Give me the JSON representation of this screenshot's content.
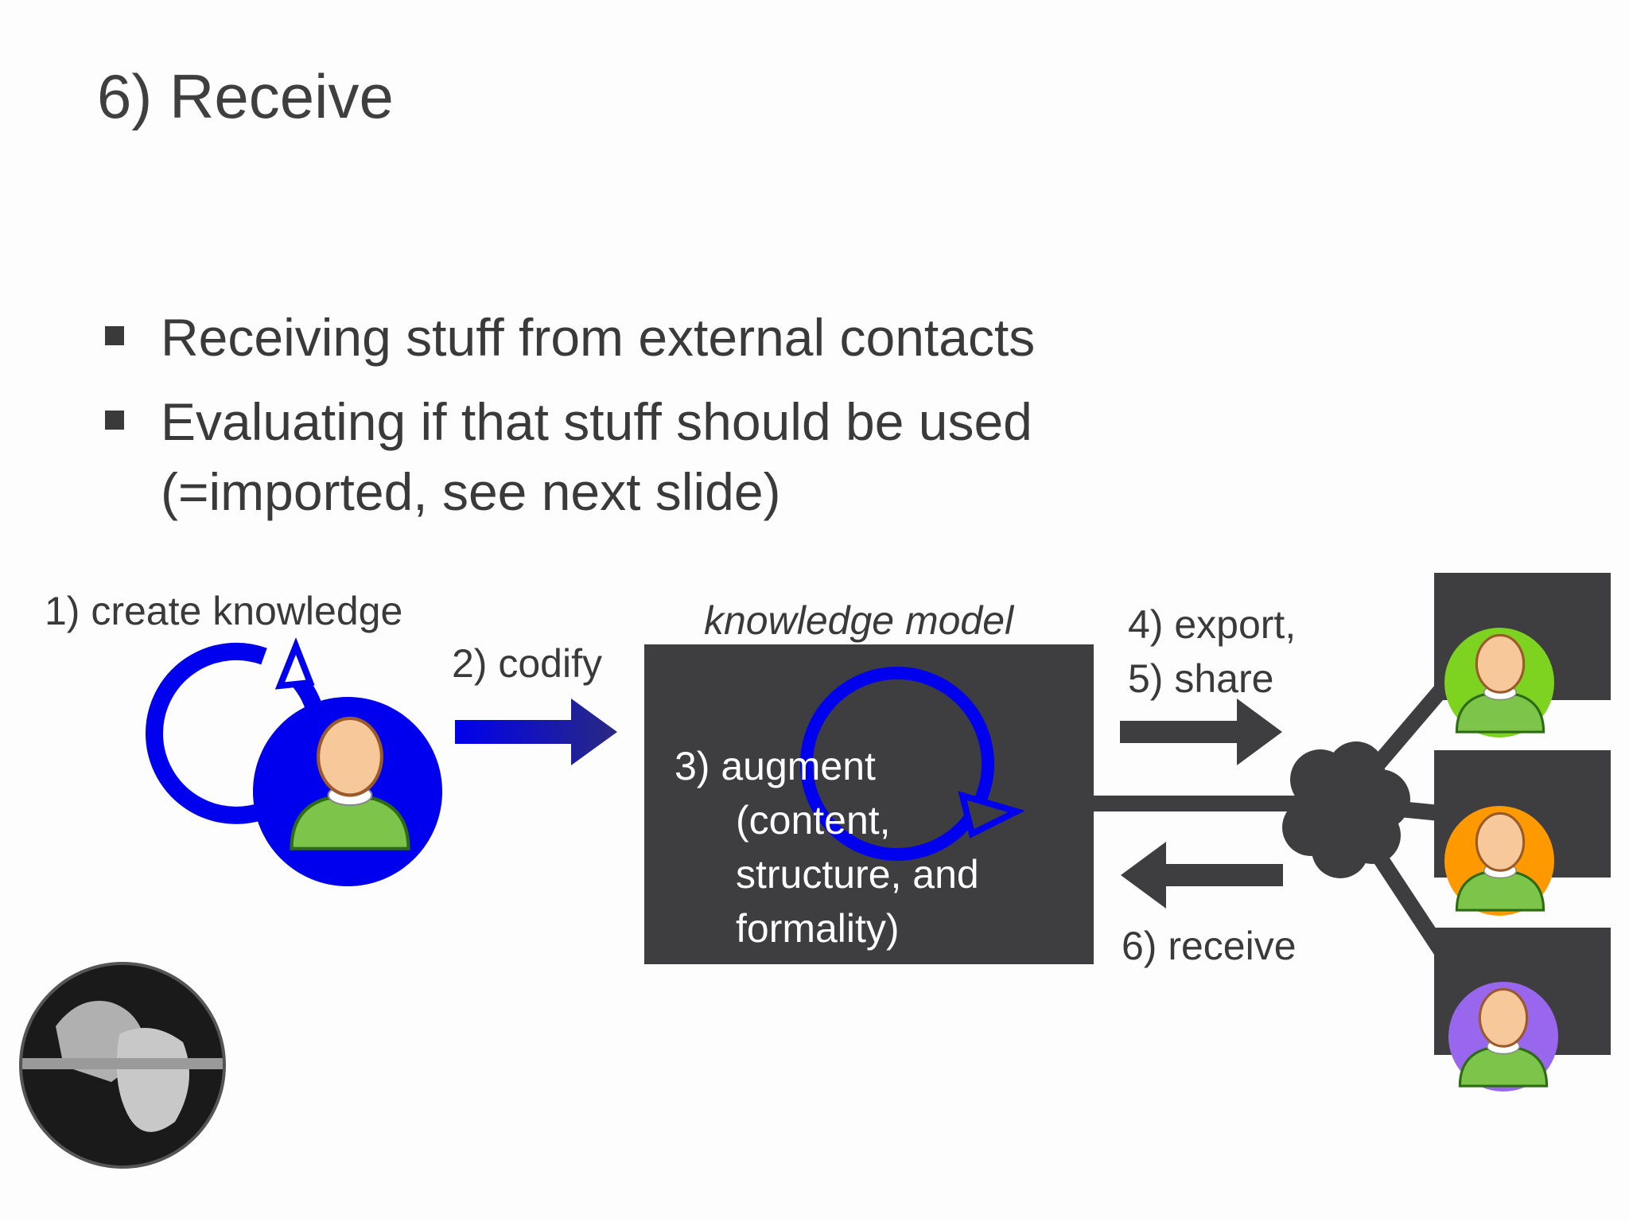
{
  "slide": {
    "title": "6) Receive",
    "bullets": [
      "Receiving stuff from external contacts",
      "Evaluating if that stuff should be used (=imported, see next slide)"
    ]
  },
  "diagram": {
    "create_label": "1) create knowledge",
    "codify_label": "2) codify",
    "model_label": "knowledge model",
    "augment_line1": "3) augment",
    "augment_line2": "(content,",
    "augment_line3": "structure, and",
    "augment_line4": "formality)",
    "export_label": "4) export,",
    "share_label": "5) share",
    "receive_label": "6) receive"
  },
  "colors": {
    "accent_blue": "#0000ee",
    "dark_box": "#3e3e40",
    "contact_green": "#7ed321",
    "contact_orange": "#ff9900",
    "contact_purple": "#9966ee"
  }
}
